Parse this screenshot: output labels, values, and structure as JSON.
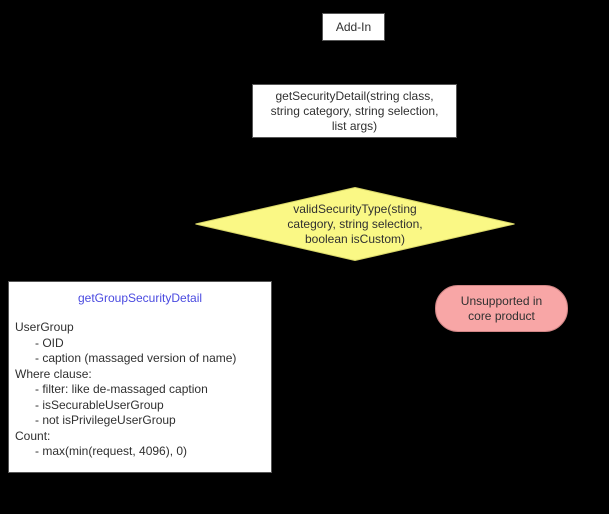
{
  "colors": {
    "bg": "#000000",
    "node-fill": "#ffffff",
    "node-border": "#565656",
    "text": "#303030",
    "diamond-fill": "#faf885",
    "diamond-border": "#d8d668",
    "pink-fill": "#f8a6a6",
    "pink-border": "#d08585",
    "link-blue": "#4a4ae0"
  },
  "nodes": {
    "addin": {
      "label": "Add-In"
    },
    "get_security_detail": {
      "lines": [
        "getSecurityDetail(string class,",
        "string category, string selection,",
        "list args)"
      ]
    },
    "valid_security_type": {
      "lines": [
        "validSecurityType(sting",
        "category, string selection,",
        "boolean isCustom)"
      ]
    },
    "get_group_security_detail": {
      "title": "getGroupSecurityDetail",
      "lines": [
        {
          "text": "UserGroup",
          "indent": 0
        },
        {
          "text": "- OID",
          "indent": 1
        },
        {
          "text": "- caption (massaged version of name)",
          "indent": 1
        },
        {
          "text": "Where clause:",
          "indent": 0
        },
        {
          "text": "- filter: like de-massaged caption",
          "indent": 1
        },
        {
          "text": "- isSecurableUserGroup",
          "indent": 1
        },
        {
          "text": "- not isPrivilegeUserGroup",
          "indent": 1
        },
        {
          "text": "Count:",
          "indent": 0
        },
        {
          "text": "- max(min(request, 4096), 0)",
          "indent": 1
        }
      ]
    },
    "unsupported": {
      "lines": [
        "Unsupported in",
        "core product"
      ]
    }
  }
}
